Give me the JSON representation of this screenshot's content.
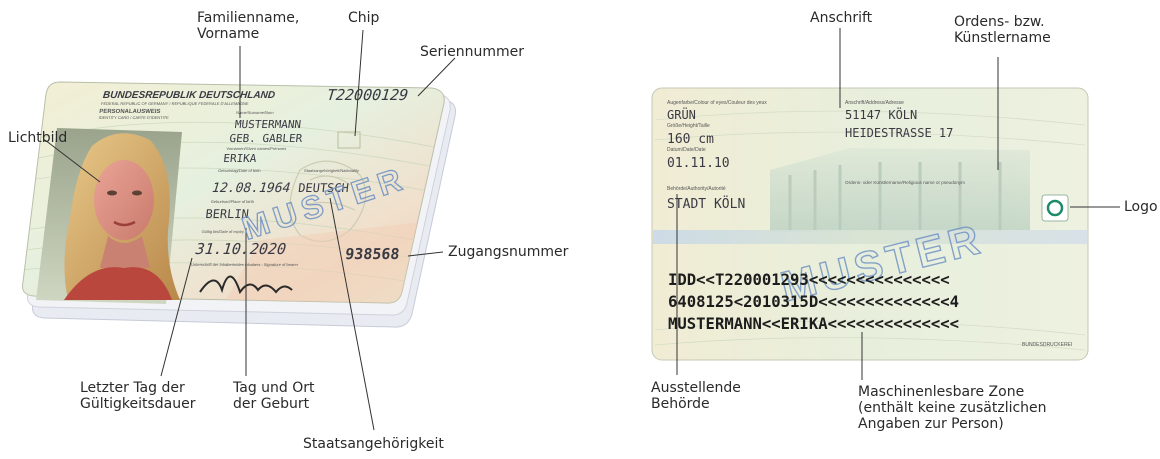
{
  "front": {
    "header": "BUNDESREPUBLIK DEUTSCHLAND",
    "subheader": "FEDERAL REPUBLIC OF GERMANY / REPUBLIQUE FEDERALE D'ALLEMAGNE",
    "doc_type": "PERSONALAUSWEIS",
    "doc_type_sub": "IDENTITY CARD / CARTE D'IDENTITE",
    "serial": "T22000129",
    "name_label": "Name/Surname/Nom",
    "surname": "MUSTERMANN",
    "birth_name": "GEB. GABLER",
    "given_label": "Vornamen/Given names/Prénoms",
    "given_names": "ERIKA",
    "dob_label": "Geburtstag/Date of birth",
    "dob": "12.08.1964",
    "nationality_label": "Staatsangehörigkeit/Nationality",
    "nationality": "DEUTSCH",
    "pob_label": "Geburtsort/Place of birth",
    "pob": "BERLIN",
    "expiry_label": "Gültig bis/Date of expiry",
    "expiry": "31.10.2020",
    "can": "938568",
    "sig_label": "Unterschrift der Inhaberin/des Inhabers - Signature of bearer",
    "watermark": "MUSTER"
  },
  "back": {
    "eyes_label": "Augenfarbe/Colour of eyes/Couleur des yeux",
    "eyes": "GRÜN",
    "height_label": "Größe/Height/Taille",
    "height": "160 cm",
    "date_label": "Datum/Date/Date",
    "date": "01.11.10",
    "authority_label": "Behörde/Authority/Autorité",
    "authority": "STADT KÖLN",
    "address_label": "Anschrift/Address/Adresse",
    "address_line1": "51147 KÖLN",
    "address_line2": "HEIDESTRASSE 17",
    "religious_label": "Ordens- oder Künstlername/Religious name or pseudonym",
    "watermark": "MUSTER",
    "mrz_line1": "IDD<<T220001293<<<<<<<<<<<<<<<",
    "mrz_line2": "6408125<2010315D<<<<<<<<<<<<<<4",
    "mrz_line3": "MUSTERMANN<<ERIKA<<<<<<<<<<<<<<",
    "printer": "BUNDESDRUCKEREI"
  },
  "callouts": {
    "familienname": "Familienname,\nVorname",
    "chip": "Chip",
    "seriennummer": "Seriennummer",
    "lichtbild": "Lichtbild",
    "zugangsnummer": "Zugangsnummer",
    "letzter_tag": "Letzter Tag der\nGültigkeitsdauer",
    "tag_ort": "Tag und Ort\nder Geburt",
    "staatsangehoerigkeit": "Staatsangehörigkeit",
    "anschrift": "Anschrift",
    "ordens": "Ordens- bzw.\nKünstlername",
    "logo": "Logo",
    "ausstellende": "Ausstellende\nBehörde",
    "maschinenlesbar": "Maschinenlesbare Zone\n(enthält keine zusätzlichen\nAngaben zur Person)"
  }
}
